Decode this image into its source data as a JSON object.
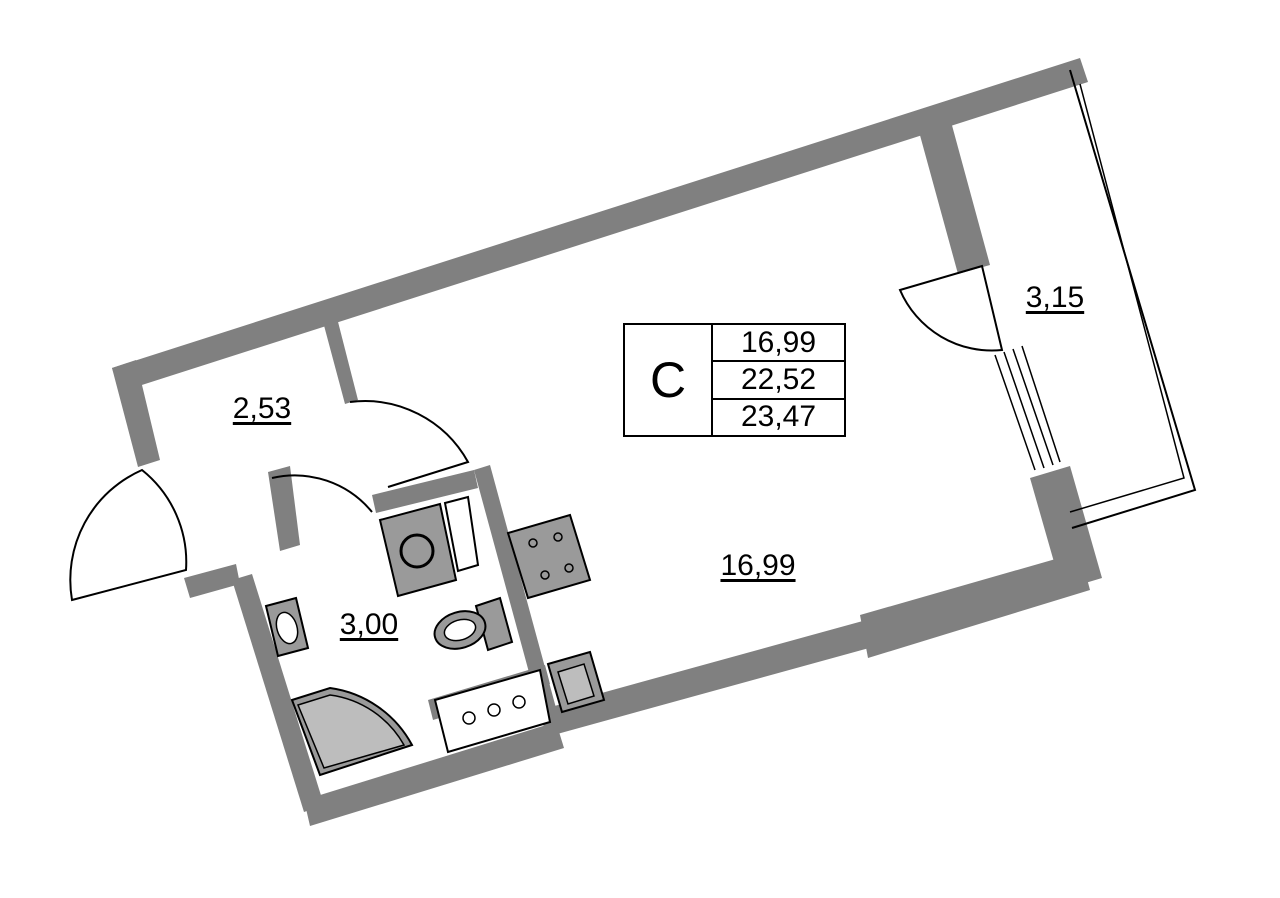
{
  "plan": {
    "type_code": "С",
    "areas": {
      "living_area": "16,99",
      "total_area": "22,52",
      "total_area_with_balcony": "23,47"
    },
    "rooms": [
      {
        "name": "main-room",
        "area": "16,99"
      },
      {
        "name": "hallway",
        "area": "2,53"
      },
      {
        "name": "bathroom",
        "area": "3,00"
      },
      {
        "name": "balcony",
        "area": "3,15"
      }
    ]
  },
  "colors": {
    "wall": "#808080",
    "fixture": "#9a9a9a",
    "line": "#000000",
    "background": "#ffffff"
  }
}
